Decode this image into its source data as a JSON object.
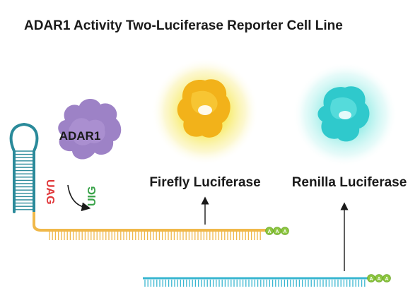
{
  "title": "ADAR1 Activity Two-Luciferase Reporter Cell Line",
  "labels": {
    "adar1": "ADAR1",
    "uag": "UAG",
    "uig": "UIG",
    "firefly": "Firefly Luciferase",
    "renilla": "Renilla Luciferase",
    "polya_letter": "A"
  },
  "colors": {
    "firefly_glow": "#f4e23c",
    "firefly_protein": "#f2b21a",
    "renilla_glow": "#8fe9e4",
    "renilla_protein": "#2fc9cc",
    "adar1_protein": "#9d82c6",
    "hairpin_stem": "#2a8a9a",
    "firefly_mrna": "#f0b84a",
    "renilla_mrna": "#38b6d0",
    "polya": "#8cc63f",
    "uag": "#e0373a",
    "uig": "#3aa34a"
  },
  "icons": [
    "hairpin-rna-icon",
    "adar1-protein-icon",
    "firefly-luciferase-protein-icon",
    "renilla-luciferase-protein-icon",
    "edit-arrow-icon",
    "poly-a-tail-icon"
  ]
}
